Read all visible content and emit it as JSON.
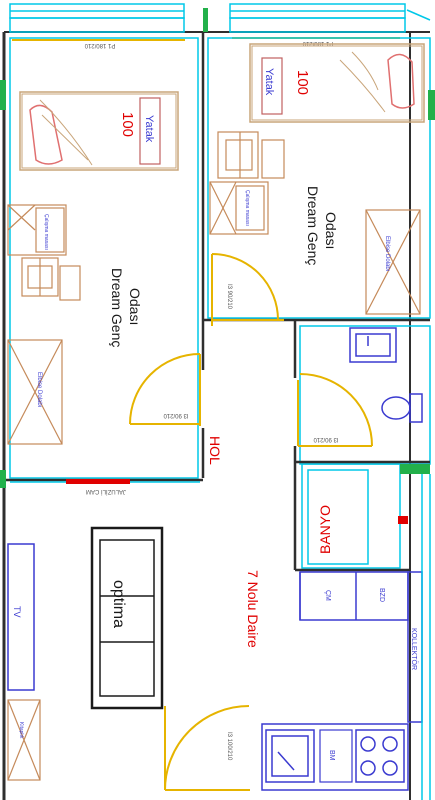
{
  "plan": {
    "title": "7 Nolu Daire",
    "rooms": {
      "left_bedroom": {
        "name_line1": "Dream Genç",
        "name_line2": "Odası",
        "bed_number": "100",
        "bed_label": "Yatak",
        "desk_label": "Çalışma masası",
        "wardrobe_label": "Elbise Dolabı",
        "window_label": "P1 180/210"
      },
      "right_bedroom": {
        "name_line1": "Dream Genç",
        "name_line2": "Odası",
        "bed_number": "100",
        "bed_label": "Yatak",
        "desk_label": "Çalışma masası",
        "wardrobe_label": "Elbise Dolabı",
        "window_label": "P1 180/210"
      },
      "hall": {
        "name": "HOL"
      },
      "bathroom": {
        "name": "BANYO"
      },
      "living": {
        "window_label": "JALUZİLİ CAM",
        "sofa_label": "optima",
        "tv_label": "TV",
        "cabinet_label": "Kitaplık"
      },
      "kitchen": {
        "washer_label": "ÇM",
        "dryer_label": "BZD",
        "collector_label": "KOLLEKTÖR",
        "dishwasher_label": "BM"
      }
    },
    "doors": {
      "left_bedroom_door": "I3 90/210",
      "right_bedroom_door": "I3 90/210",
      "bathroom_door": "I3 90/210",
      "entry_door": "I3 100/210"
    },
    "colors": {
      "wall": "#2f2f2f",
      "window": "#00c8e8",
      "door": "#e6b400",
      "furniture": "#c58a5a",
      "bed_frame": "#c9a57a",
      "fixture": "#3a3ad0",
      "room_label": "#e00000",
      "glazing_red": "#e00000",
      "green_post": "#22b04a"
    }
  }
}
